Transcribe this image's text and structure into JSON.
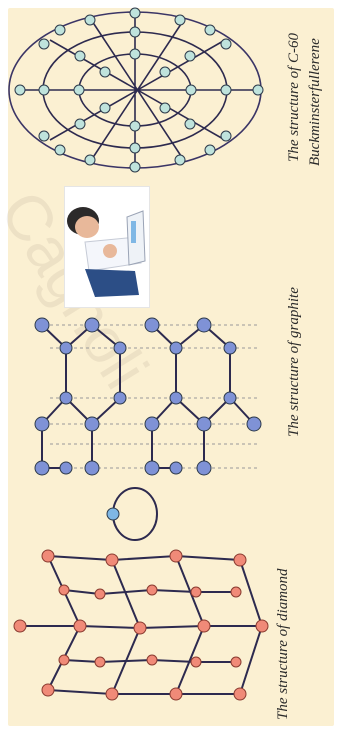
{
  "labels": {
    "c60_line1": "The structure of C-60",
    "c60_line2": "Buckminsterfullerene",
    "graphite": "The structure of graphite",
    "diamond": "The structure of diamond"
  },
  "watermark": "Cagnoli",
  "colors": {
    "background": "#fbf0d2",
    "carbon_blue": "#7f92d6",
    "carbon_teal": "#bfe3dc",
    "carbon_red": "#f08a78",
    "bond": "#2d2a4f"
  },
  "illustration": {
    "icon": "child-with-test-tube"
  }
}
